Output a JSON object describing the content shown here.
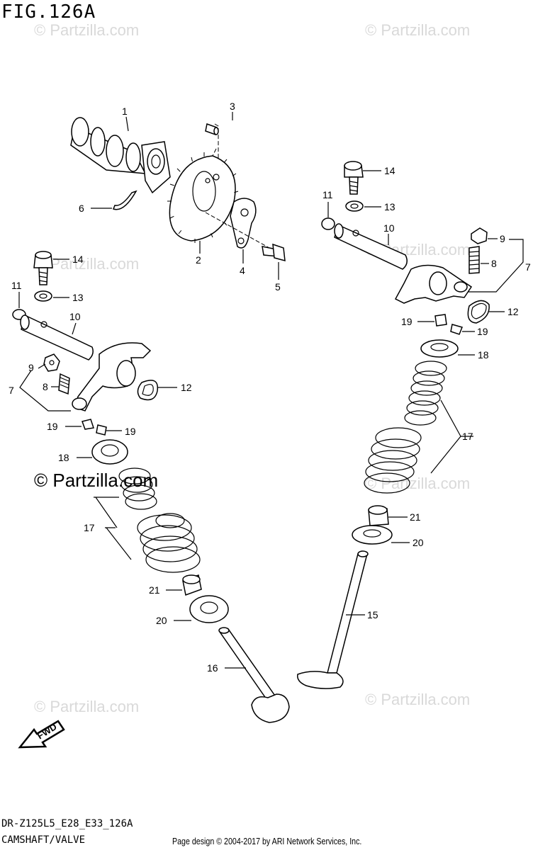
{
  "figure": {
    "title": "FIG.126A",
    "model_code": "DR-Z125L5_E28_E33_126A",
    "section_name": "CAMSHAFT/VALVE",
    "credit": "Page design © 2004-2017 by ARI Network Services, Inc.",
    "watermark": "© Partzilla.com",
    "watermark_main": "© Partzilla.com",
    "fwd_label": "FWD"
  },
  "callouts": {
    "c1": "1",
    "c2": "2",
    "c3": "3",
    "c4": "4",
    "c5": "5",
    "c6": "6",
    "c7l": "7",
    "c8l": "8",
    "c9l": "9",
    "c10l": "10",
    "c11l": "11",
    "c12l": "12",
    "c13l": "13",
    "c14l": "14",
    "c19la": "19",
    "c19lb": "19",
    "c18l": "18",
    "c17l": "17",
    "c21l": "21",
    "c20l": "20",
    "c16": "16",
    "c14r": "14",
    "c13r": "13",
    "c11r": "11",
    "c10r": "10",
    "c9r": "9",
    "c8r": "8",
    "c7r": "7",
    "c12r": "12",
    "c19ra": "19",
    "c19rb": "19",
    "c18r": "18",
    "c17r": "17",
    "c21r": "21",
    "c20r": "20",
    "c15": "15"
  },
  "colors": {
    "line": "#000000",
    "background": "#ffffff",
    "watermark": "#d9d9d9"
  }
}
